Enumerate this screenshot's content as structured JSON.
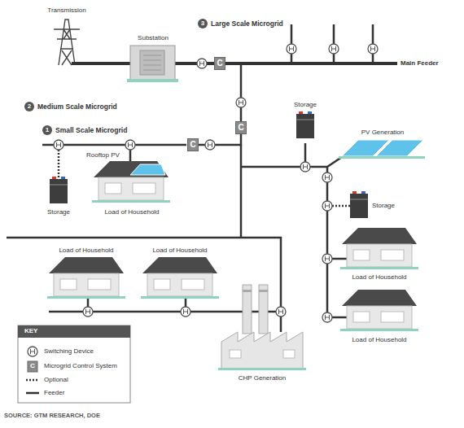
{
  "diagram": {
    "caption": "SOURCE: GTM RESEARCH, DOE",
    "nodes": [
      {
        "text": [
          "3",
          "Large Scale Microgrid"
        ]
      },
      {
        "text": [
          "2",
          "Medium Scale Microgrid"
        ],
        "in": 0
      },
      {
        "text": [
          "1",
          "Small Scale Microgrid"
        ],
        "in": 1
      },
      {
        "text": [
          "C"
        ],
        "in": 0
      },
      {
        "text": [
          "C"
        ],
        "in": 1
      },
      {
        "text": [
          "C"
        ],
        "in": 2
      }
    ],
    "edges": [
      {
        "from": 3,
        "to": 4,
        "arrow": "none"
      },
      {
        "from": 5,
        "to": 4,
        "arrow": "none"
      }
    ],
    "labels": [
      "Transmission",
      "Substation",
      "Main Feeder",
      "Rooftop PV",
      "Storage",
      "Load of Household",
      "Storage",
      "PV Generation",
      "Storage",
      "Load of Household",
      "Load of Household",
      "Load of Household",
      "Load of Household",
      "CHP Generation",
      "KEY",
      "C"
    ],
    "legend": [
      {
        "text": "Switching Device"
      },
      {
        "text": "Microgrid Control System"
      },
      {
        "text": "Optional"
      },
      {
        "text": "Feeder"
      }
    ]
  }
}
